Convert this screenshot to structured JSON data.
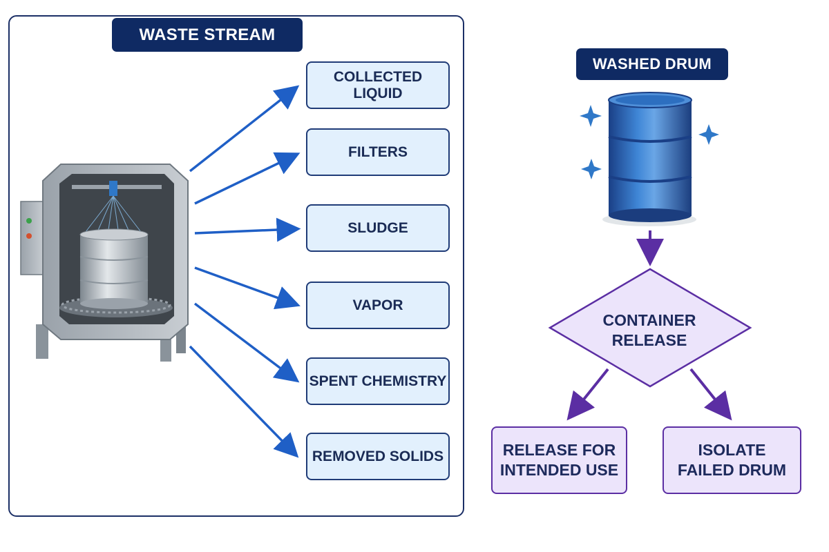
{
  "waste_stream": {
    "title": "WASTE STREAM",
    "outputs": [
      "COLLECTED LIQUID",
      "FILTERS",
      "SLUDGE",
      "VAPOR",
      "SPENT CHEMISTRY",
      "REMOVED SOLIDS"
    ]
  },
  "washed_drum": {
    "title": "WASHED DRUM",
    "decision": [
      "CONTAINER",
      "RELEASE"
    ],
    "outcome_left": [
      "RELEASE FOR",
      "INTENDED USE"
    ],
    "outcome_right": [
      "ISOLATE",
      "FAILED DRUM"
    ]
  },
  "colors": {
    "navy": "#0f2a63",
    "stream_arrow": "#1f5fc6",
    "stream_box_fill": "#e2f0fd",
    "flow_purple": "#5b2ea3",
    "flow_fill": "#ece4fb",
    "drum_blue": "#2563b5"
  }
}
